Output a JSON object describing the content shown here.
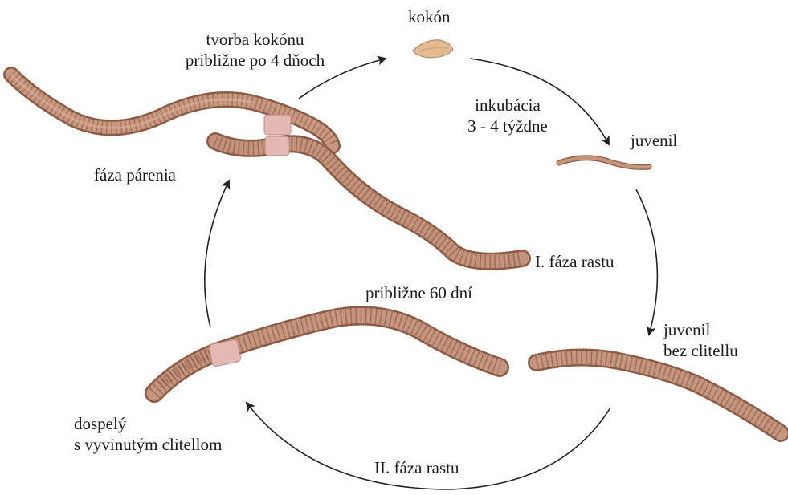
{
  "labels": {
    "cocoon": "kokón",
    "cocoon_formation_1": "tvorba kokónu",
    "cocoon_formation_2": "približne po 4 dňoch",
    "incubation_1": "inkubácia",
    "incubation_2": "3 - 4 týždne",
    "juvenile": "juvenil",
    "growth_1": "I. fáza rastu",
    "juvenile_no_clitellum_1": "juvenil",
    "juvenile_no_clitellum_2": "bez clitellu",
    "growth_2": "II. fáza rastu",
    "adult_1": "dospelý",
    "adult_2": "s vyvinutým clitellom",
    "approx_days": "približne 60 dní",
    "mating": "fáza párenia"
  },
  "colors": {
    "worm_body": "#b98a72",
    "worm_dark": "#8c5a45",
    "worm_ring": "#7a4a38",
    "clitellum": "#e3b3ae",
    "cocoon": "#e0b88e",
    "arrow": "#222222",
    "text": "#1a1a1a"
  }
}
